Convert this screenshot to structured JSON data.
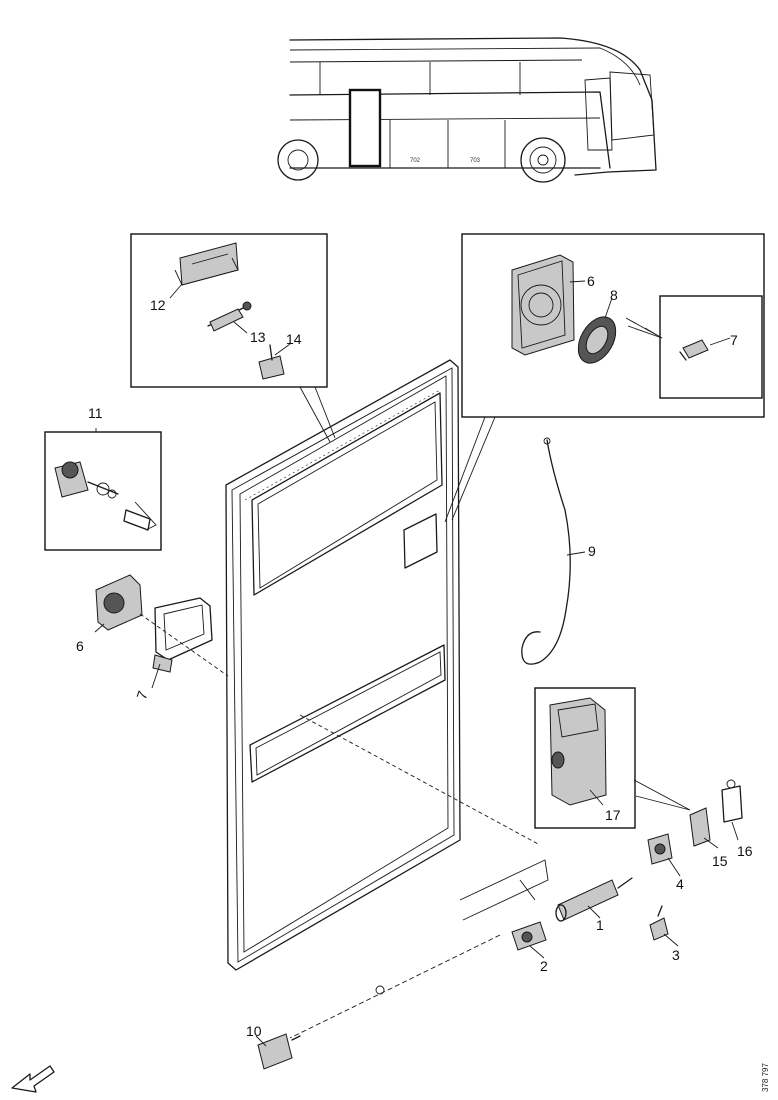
{
  "callouts": {
    "c1": "1",
    "c2": "2",
    "c3": "3",
    "c4": "4",
    "c6a": "6",
    "c6b": "6",
    "c7a": "7",
    "c7b": "7",
    "c8": "8",
    "c9": "9",
    "c10": "10",
    "c11": "11",
    "c12": "12",
    "c13": "13",
    "c14": "14",
    "c15": "15",
    "c16": "16",
    "c17": "17"
  },
  "reference_code": "378 797",
  "bus_labels": {
    "a": "702",
    "b": "703"
  }
}
